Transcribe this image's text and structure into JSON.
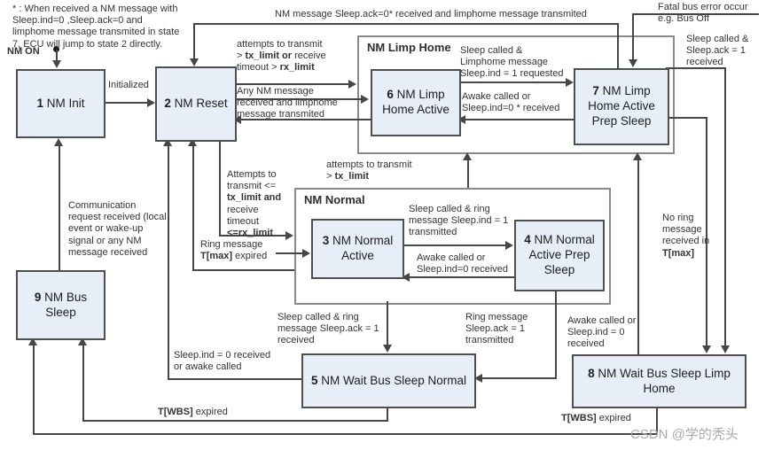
{
  "note": "* : When received a NM message with\nSleep.ind=0 ,Sleep.ack=0 and\nlimphome message transmited in state\n7, ECU will jump to state 2 directly.",
  "start_label": "NM ON",
  "watermark": "CSDN @学的秃头",
  "colors": {
    "state_fill": "#e8eef7",
    "state_border": "#4f4f4f",
    "container_border": "#8a8a8a",
    "line": "#464646",
    "text": "#333333",
    "watermark": "#aaaaaa"
  },
  "containers": {
    "limp_home": "NM Limp Home",
    "normal": "NM Normal"
  },
  "states": {
    "s1": {
      "num": "1",
      "name": "NM Init"
    },
    "s2": {
      "num": "2",
      "name": "NM Reset"
    },
    "s3": {
      "num": "3",
      "name": "NM Normal\nActive"
    },
    "s4": {
      "num": "4",
      "name": "NM Normal\nActive Prep\nSleep"
    },
    "s5": {
      "num": "5",
      "name": "NM Wait Bus Sleep Normal"
    },
    "s6": {
      "num": "6",
      "name": "NM Limp\nHome Active"
    },
    "s7": {
      "num": "7",
      "name": "NM Limp\nHome Active\nPrep Sleep"
    },
    "s8": {
      "num": "8",
      "name": "NM Wait Bus Sleep Limp\nHome"
    },
    "s9": {
      "num": "9",
      "name": "NM Bus\nSleep"
    }
  },
  "labels": {
    "initialized": [
      {
        "t": "Initialized"
      }
    ],
    "limp_to_reset": [
      {
        "t": "NM message Sleep.ack=0*  received and limphome message transmited"
      }
    ],
    "fatal_bus_error": [
      {
        "t": "Fatal bus error occur\ne.g. Bus Off"
      }
    ],
    "reset_to_limphome": [
      {
        "t": "attempts to transmit\n> "
      },
      {
        "t": "tx_limit or",
        "b": true
      },
      {
        "t": " receive\ntimeout > "
      },
      {
        "t": "rx_limit",
        "b": true
      }
    ],
    "limphome_to_reset": [
      {
        "t": "Any NM message\nreceived and limphome\nmessage transmited"
      }
    ],
    "reset_to_normal": [
      {
        "t": "Attempts to\ntransmit <=\n"
      },
      {
        "t": "tx_limit and",
        "b": true
      },
      {
        "t": "\nreceive\ntimeout\n"
      },
      {
        "t": "<=rx_limit",
        "b": true
      }
    ],
    "ring_tmax_expired": [
      {
        "t": "Ring message\n"
      },
      {
        "t": "T[max]",
        "b": true
      },
      {
        "t": " expired"
      }
    ],
    "normal_to_limphome": [
      {
        "t": "attempts to transmit\n> "
      },
      {
        "t": "tx_limit",
        "b": true
      }
    ],
    "s6_to_s7": [
      {
        "t": "Sleep called &\nLimphome message\nSleep.ind = 1 requested"
      }
    ],
    "s7_to_s6": [
      {
        "t": "Awake called or\nSleep.ind=0 * received"
      }
    ],
    "s7_to_s8_sleep": [
      {
        "t": "Sleep called &\nSleep.ack = 1\nreceived"
      }
    ],
    "s7_to_s8_noring": [
      {
        "t": "No ring\nmessage\nreceived in\n"
      },
      {
        "t": "T[max]",
        "b": true
      }
    ],
    "s3_to_s4": [
      {
        "t": "Sleep called & ring\nmessage Sleep.ind = 1\ntransmitted"
      }
    ],
    "s4_to_s3": [
      {
        "t": "Awake called or\nSleep.ind=0 received"
      }
    ],
    "normal_to_s5": [
      {
        "t": "Sleep called & ring\nmessage Sleep.ack = 1\nreceived"
      }
    ],
    "s4_to_s5": [
      {
        "t": "Ring message\nSleep.ack = 1\ntransmitted"
      }
    ],
    "s8_to_limphome": [
      {
        "t": "Awake called or\nSleep.ind = 0\nreceived"
      }
    ],
    "s5_to_reset": [
      {
        "t": "Sleep.ind = 0 received\nor awake called"
      }
    ],
    "s5_to_s9": [
      {
        "t": "T[WBS]",
        "b": true
      },
      {
        "t": " expired"
      }
    ],
    "s8_to_s9": [
      {
        "t": "T[WBS]",
        "b": true
      },
      {
        "t": " expired"
      }
    ],
    "s9_to_s1": [
      {
        "t": "Communication\nrequest received (local\nevent or wake-up\nsignal or any NM\nmessage received"
      }
    ]
  }
}
